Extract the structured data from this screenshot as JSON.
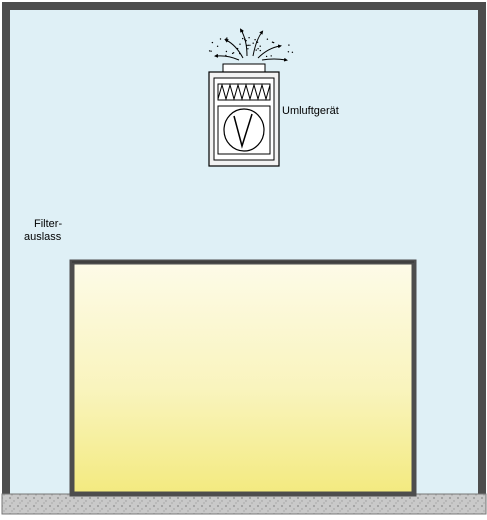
{
  "labels": {
    "device": "Umluftgerät",
    "filter_line1": "Filter-",
    "filter_line2": "auslass"
  },
  "colors": {
    "room_bg": "#dff0f6",
    "cleanroom_top": "#fdfbe8",
    "cleanroom_bottom": "#f6ef8e",
    "wall": "#555555",
    "floor": "#c7c7c7",
    "duct_fill": "#ffffff",
    "filter_fill": "#e9e9e9"
  },
  "icons": {
    "intake": "air-intake-arrows-icon",
    "fan": "fan-icon",
    "person": "operator-figure-icon"
  }
}
